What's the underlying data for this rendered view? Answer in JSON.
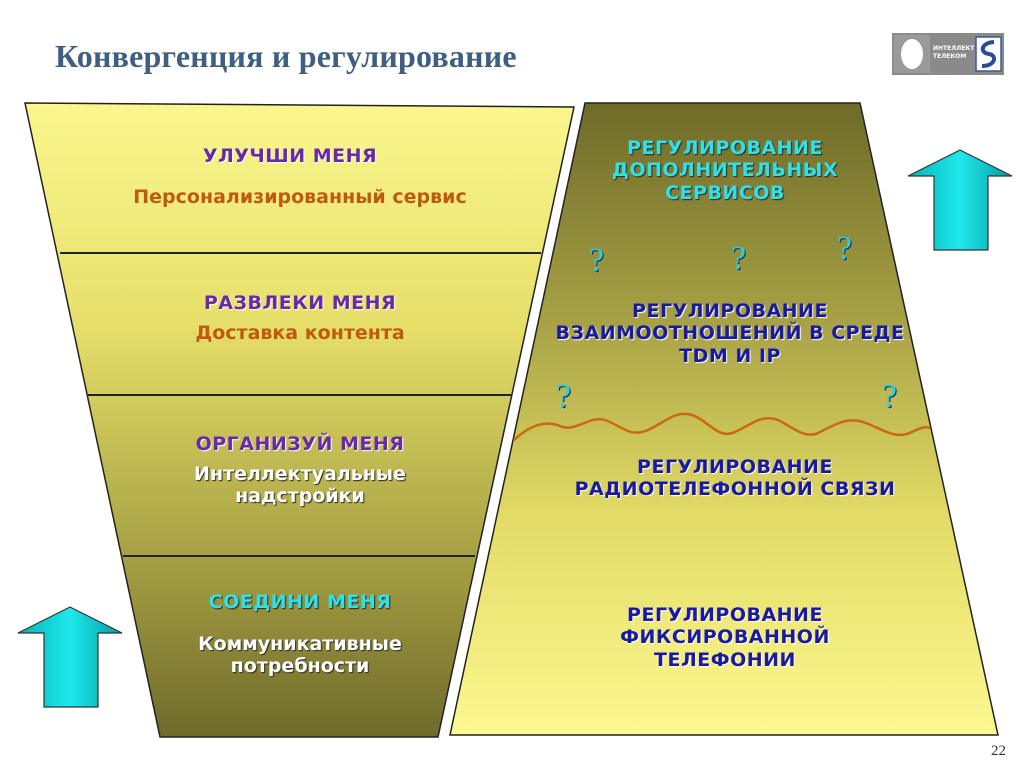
{
  "title": "Конвергенция и регулирование",
  "logo": {
    "text_line1": "ИНТЕЛЛЕКТ",
    "text_line2": "ТЕЛЕКОМ",
    "icon": "egg-logo-icon"
  },
  "left_funnel": [
    {
      "heading": "УЛУЧШИ  МЕНЯ",
      "subtitle": "Персонализированный сервис"
    },
    {
      "heading": "РАЗВЛЕКИ  МЕНЯ",
      "subtitle": "Доставка контента"
    },
    {
      "heading": "ОРГАНИЗУЙ  МЕНЯ",
      "subtitle": "Интеллектуальные надстройки"
    },
    {
      "heading": "СОЕДИНИ  МЕНЯ",
      "subtitle": "Коммуникативные потребности"
    }
  ],
  "right_block": [
    "РЕГУЛИРОВАНИЕ ДОПОЛНИТЕЛЬНЫХ СЕРВИСОВ",
    "РЕГУЛИРОВАНИЕ ВЗАИМООТНОШЕНИЙ В СРЕДЕ TDM И IP",
    "РЕГУЛИРОВАНИЕ РАДИОТЕЛЕФОННОЙ СВЯЗИ",
    "РЕГУЛИРОВАНИЕ ФИКСИРОВАННОЙ ТЕЛЕФОНИИ"
  ],
  "question_mark": "?",
  "page_number": "22",
  "colors": {
    "title": "#3f5f80",
    "arrow": "#00c8c8",
    "funnel_top": "#faf58a",
    "funnel_bottom": "#7a7530"
  }
}
